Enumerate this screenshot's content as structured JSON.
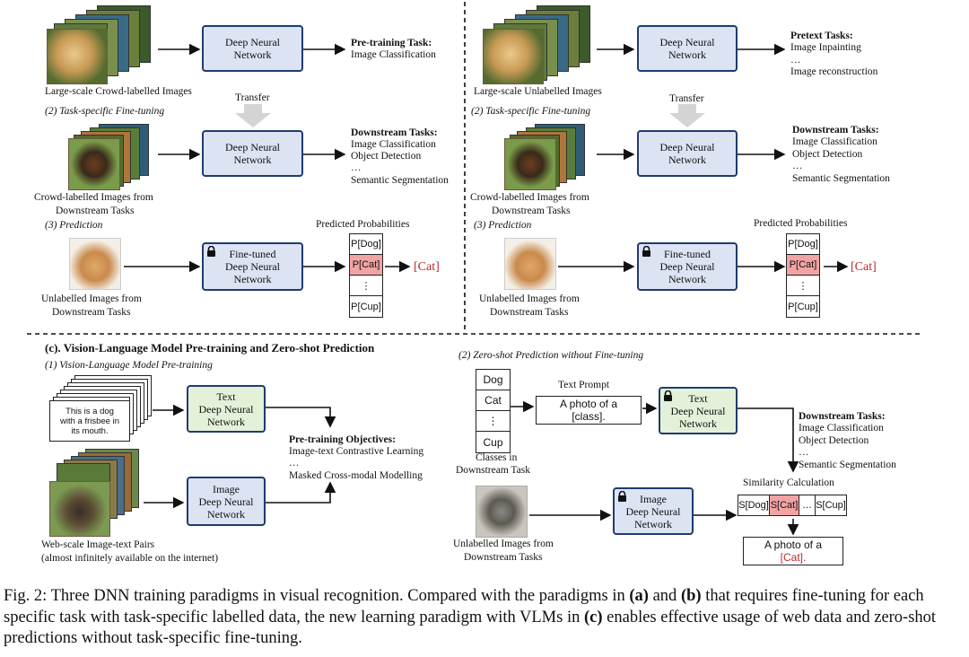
{
  "panel_a": {
    "row1_images_label": "Large-scale Crowd-labelled Images",
    "dnn1": [
      "Deep Neural",
      "Network"
    ],
    "task1_title": "Pre-training Task:",
    "task1_items": [
      "Image Classification"
    ],
    "transfer": "Transfer",
    "finetune_label": "(2) Task-specific Fine-tuning",
    "row2_images_label": [
      "Crowd-labelled Images from",
      "Downstream Tasks"
    ],
    "dnn2": [
      "Deep Neural",
      "Network"
    ],
    "task2_title": "Downstream Tasks:",
    "task2_items": [
      "Image Classification",
      "Object Detection",
      "…",
      "Semantic Segmentation"
    ],
    "prediction_label": "(3) Prediction",
    "predicted_probabilities": "Predicted Probabilities",
    "row3_images_label": [
      "Unlabelled Images from",
      "Downstream Tasks"
    ],
    "dnn3": [
      "Fine-tuned",
      "Deep Neural",
      "Network"
    ],
    "probs": [
      "P[Dog]",
      "P[Cat]",
      "⋮",
      "P[Cup]"
    ],
    "output": "[Cat]"
  },
  "panel_b": {
    "row1_images_label": "Large-scale Unlabelled Images",
    "dnn1": [
      "Deep Neural",
      "Network"
    ],
    "task1_title": "Pretext Tasks:",
    "task1_items": [
      "Image Inpainting",
      "…",
      "Image reconstruction"
    ],
    "transfer": "Transfer",
    "finetune_label": "(2) Task-specific Fine-tuning",
    "row2_images_label": [
      "Crowd-labelled Images from",
      "Downstream Tasks"
    ],
    "dnn2": [
      "Deep Neural",
      "Network"
    ],
    "task2_title": "Downstream Tasks:",
    "task2_items": [
      "Image Classification",
      "Object Detection",
      "…",
      "Semantic Segmentation"
    ],
    "prediction_label": "(3) Prediction",
    "predicted_probabilities": "Predicted Probabilities",
    "row3_images_label": [
      "Unlabelled Images from",
      "Downstream Tasks"
    ],
    "dnn3": [
      "Fine-tuned",
      "Deep Neural",
      "Network"
    ],
    "probs": [
      "P[Dog]",
      "P[Cat]",
      "⋮",
      "P[Cup]"
    ],
    "output": "[Cat]"
  },
  "panel_c": {
    "title": "(c). Vision-Language Model Pre-training and Zero-shot Prediction",
    "sub1": "(1) Vision-Language Model Pre-training",
    "paper_text": [
      "This is a dog",
      "with a frisbee in",
      "its mouth."
    ],
    "text_dnn": [
      "Text",
      "Deep Neural",
      "Network"
    ],
    "image_dnn": [
      "Image",
      "Deep Neural",
      "Network"
    ],
    "objectives_title": "Pre-training Objectives:",
    "objectives_items": [
      "Image-text Contrastive Learning",
      "…",
      "Masked Cross-modal Modelling"
    ],
    "web_pairs_label": [
      "Web-scale Image-text Pairs",
      "(almost infinitely available on the internet)"
    ],
    "sub2": "(2) Zero-shot Prediction without Fine-tuning",
    "classes": [
      "Dog",
      "Cat",
      "⋮",
      "Cup"
    ],
    "classes_label": [
      "Classes in",
      "Downstream Task"
    ],
    "text_prompt_label": "Text Prompt",
    "prompt_text": [
      "A photo of a",
      "[class]."
    ],
    "zs_text_dnn": [
      "Text",
      "Deep Neural",
      "Network"
    ],
    "zs_tasks_title": "Downstream Tasks:",
    "zs_tasks_items": [
      "Image Classification",
      "Object Detection",
      "…",
      "Semantic Segmentation"
    ],
    "similarity_label": "Similarity Calculation",
    "sims": [
      "S[Dog]",
      "S[Cat]",
      "…",
      "S[Cup]"
    ],
    "zs_image_dnn": [
      "Image",
      "Deep Neural",
      "Network"
    ],
    "zs_images_label": [
      "Unlabelled Images from",
      "Downstream Tasks"
    ],
    "result_text": [
      "A photo of a",
      "[Cat]."
    ]
  },
  "caption": {
    "lead": "Fig. 2: Three DNN training paradigms in visual recognition. Compared with the paradigms in ",
    "a": "(a)",
    "and": " and ",
    "b": "(b)",
    "mid": " that requires fine-tuning for each specific task with task-specific labelled data, the new learning paradigm with VLMs in ",
    "c": "(c)",
    "tail": " enables effective usage of web data and zero-shot predictions without task-specific fine-tuning."
  },
  "colors": {
    "dnn_blue": "#dce3f3",
    "dnn_green": "#e3f1d8",
    "border": "#1f3b70",
    "highlight": "#f2a3a3",
    "accent_red": "#c0282a"
  },
  "icons": [
    "lock-icon",
    "dog-photo-icon",
    "cat-photo-icon",
    "arrow-icon",
    "transfer-arrow-icon"
  ]
}
